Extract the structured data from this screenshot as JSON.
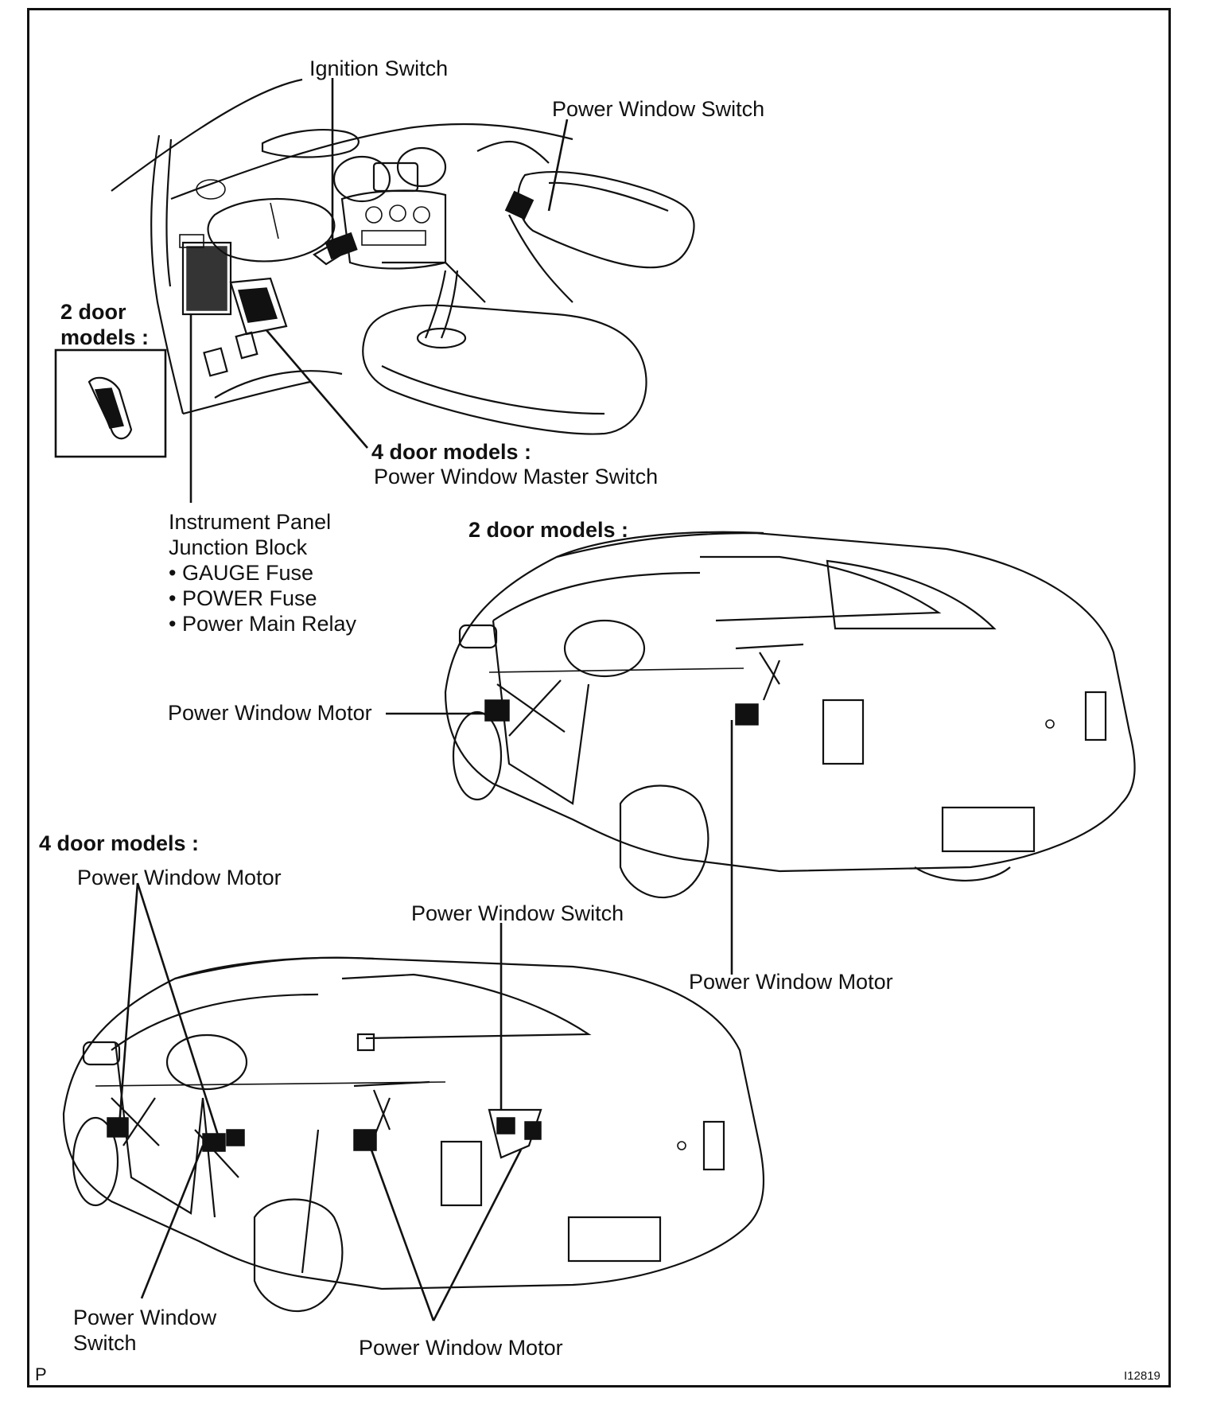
{
  "labels": {
    "ignition_switch": "Ignition Switch",
    "pw_switch_top": "Power Window Switch",
    "two_door_models_top_line1": "2 door",
    "two_door_models_top_line2": "models :",
    "four_door_models_master": "4 door models :",
    "pw_master_switch": "Power Window Master Switch",
    "instrument_panel_line1": "Instrument Panel",
    "instrument_panel_line2": "Junction Block",
    "fuses": [
      "GAUGE Fuse",
      "POWER Fuse",
      "Power Main Relay"
    ],
    "two_door_models_mid": "2 door models :",
    "pw_motor_mid_left": "Power Window Motor",
    "pw_motor_mid_right": "Power Window Motor",
    "four_door_models_bottom": "4 door models :",
    "pw_motor_bottom_top": "Power Window Motor",
    "pw_switch_bottom": "Power Window Switch",
    "pw_switch_bottom_left_line1": "Power Window",
    "pw_switch_bottom_left_line2": "Switch",
    "pw_motor_bottom": "Power Window Motor",
    "corner_letter": "P",
    "figure_id": "I12819"
  }
}
